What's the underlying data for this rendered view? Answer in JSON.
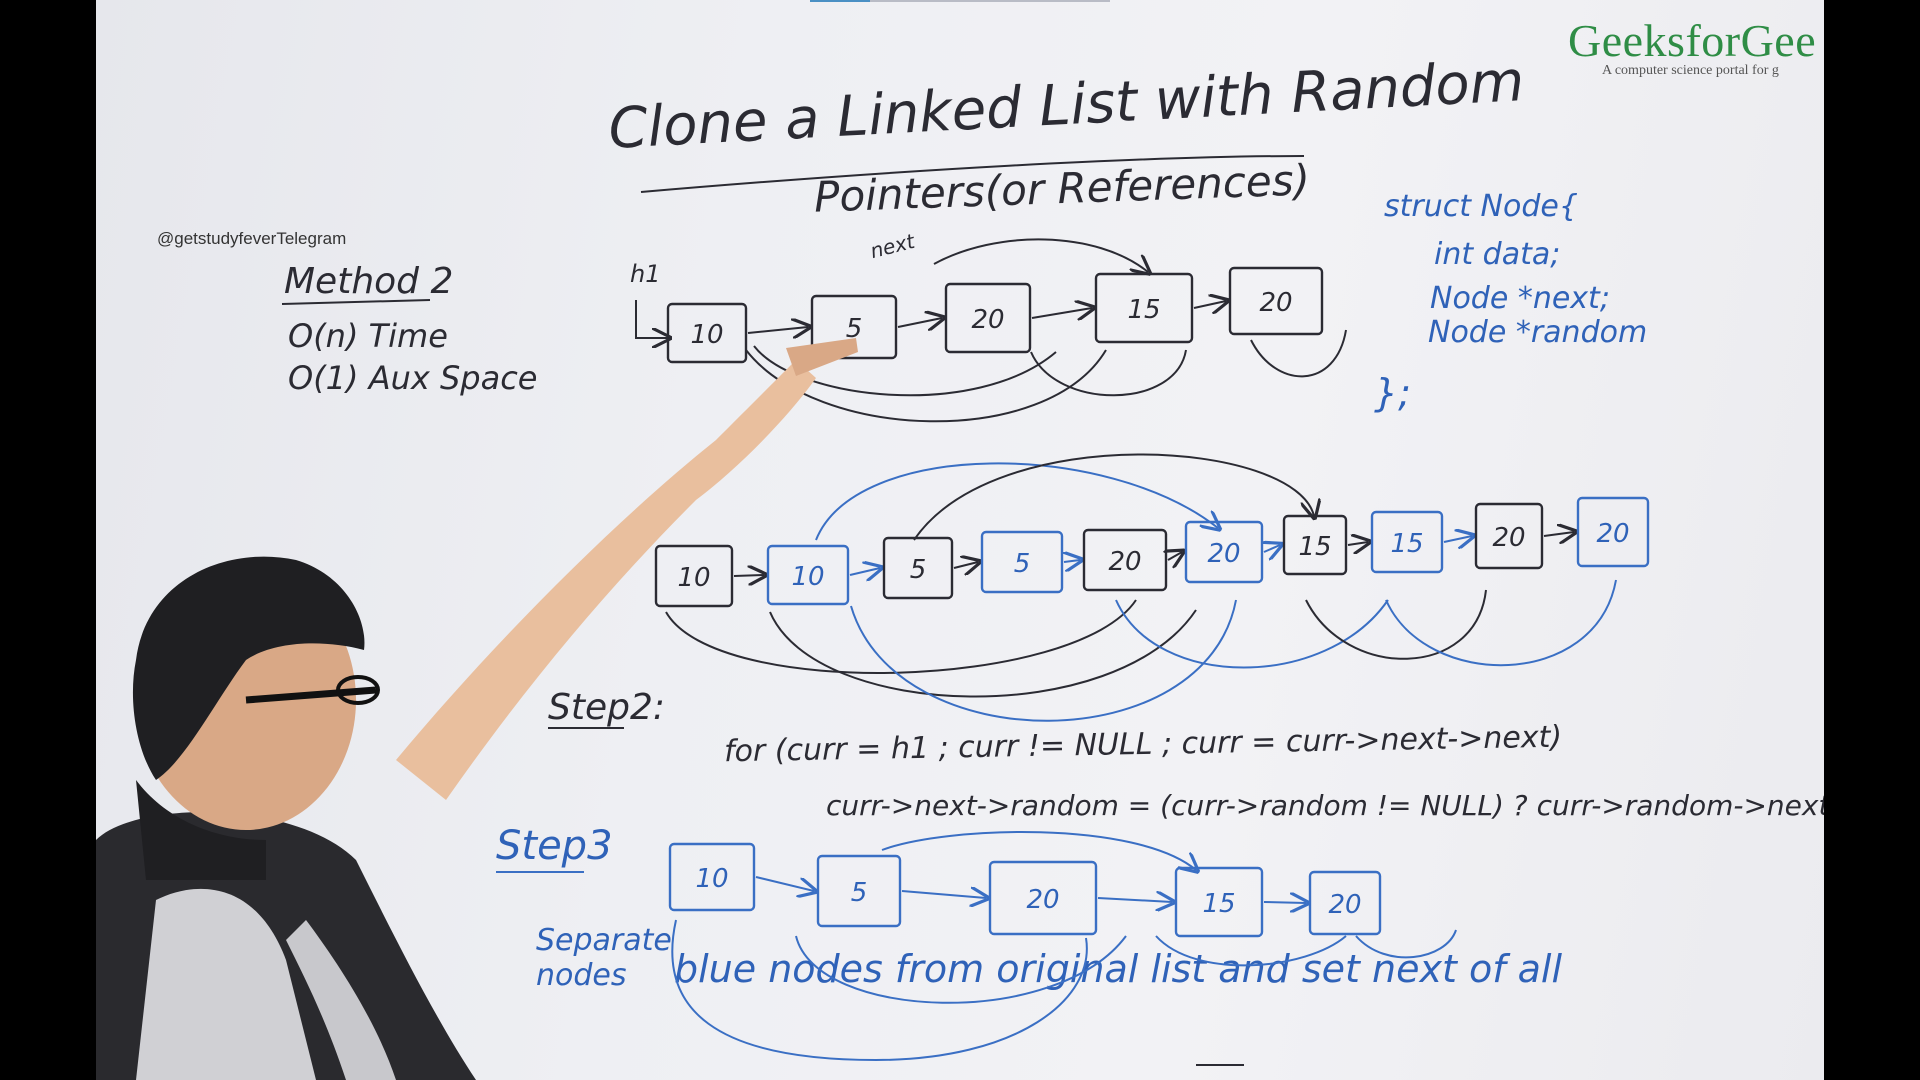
{
  "progress": {
    "value": 0.2
  },
  "logo": {
    "title": "GeeksforGee",
    "subtitle": "A computer science portal for g"
  },
  "watermark": "@getstudyfeverTelegram",
  "board": {
    "title_line1": "Clone a Linked List with Random",
    "title_line2": "Pointers(or References)",
    "method_heading": "Method 2",
    "time_complexity": "O(n) Time",
    "space_complexity": "O(1) Aux Space",
    "struct_code": [
      "struct Node{",
      "int data;",
      "Node *next;",
      "Node *random",
      "};"
    ],
    "head_label": "h1",
    "next_label": "next",
    "list1": [
      "10",
      "5",
      "20",
      "15",
      "20"
    ],
    "list2": [
      "10",
      "10",
      "5",
      "5",
      "20",
      "20",
      "15",
      "15",
      "20",
      "20"
    ],
    "step2_heading": "Step2:",
    "step2_code_line1": "for (curr = h1 ;  curr != NULL ;  curr = curr->next->next)",
    "step2_code_line2": "curr->next->random = (curr->random != NULL) ? curr->random->next :",
    "step3_heading": "Step3",
    "list3": [
      "10",
      "5",
      "20",
      "15",
      "20"
    ],
    "step3_note_left": "Separate nodes",
    "step3_note": "blue nodes from original list and set next of all"
  },
  "colors": {
    "black_ink": "#2b2b33",
    "blue_ink": "#2f62b8",
    "logo_green": "#2f8d46"
  }
}
